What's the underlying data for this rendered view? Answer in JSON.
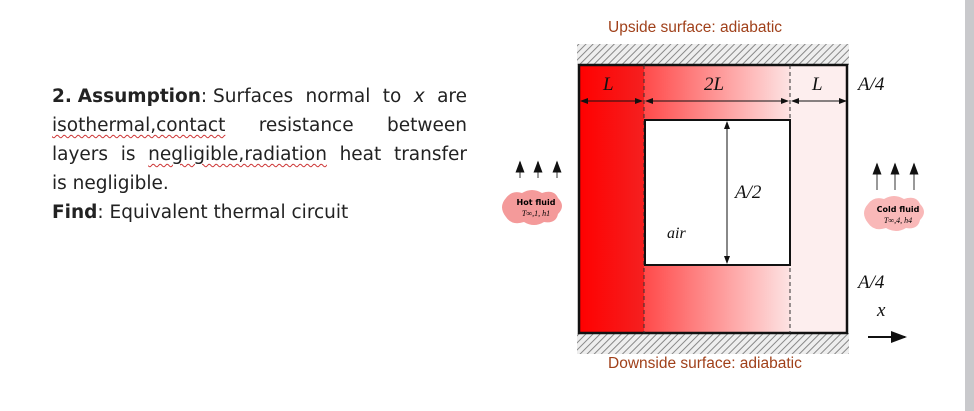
{
  "text": {
    "num": "2.",
    "assumption_label": "Assumption",
    "assumption_l1": [
      ": Surfaces",
      "normal",
      "to",
      "x",
      "are"
    ],
    "assumption_l2": [
      "isothermal,contact",
      "resistance",
      "between"
    ],
    "assumption_l3": [
      "layers",
      "is",
      "negligible,radiation",
      "heat",
      "transfer"
    ],
    "assumption_l4": "is negligible.",
    "find_label": "Find",
    "find_text": ": Equivalent thermal circuit"
  },
  "diagram": {
    "top_caption": "Upside surface: adiabatic",
    "bottom_caption": "Downside surface: adiabatic",
    "dim_left": "L",
    "dim_mid": "2L",
    "dim_right": "L",
    "area_top": "A/4",
    "area_mid": "A/2",
    "area_bottom": "A/4",
    "air": "air",
    "x_axis": "x",
    "hot_fluid": {
      "title": "Hot fluid",
      "params": "T∞,1, h1"
    },
    "cold_fluid": {
      "title": "Cold fluid",
      "params": "T∞,4, h4"
    },
    "colors": {
      "hot": "#ff0000",
      "caption": "#a0401a"
    }
  }
}
